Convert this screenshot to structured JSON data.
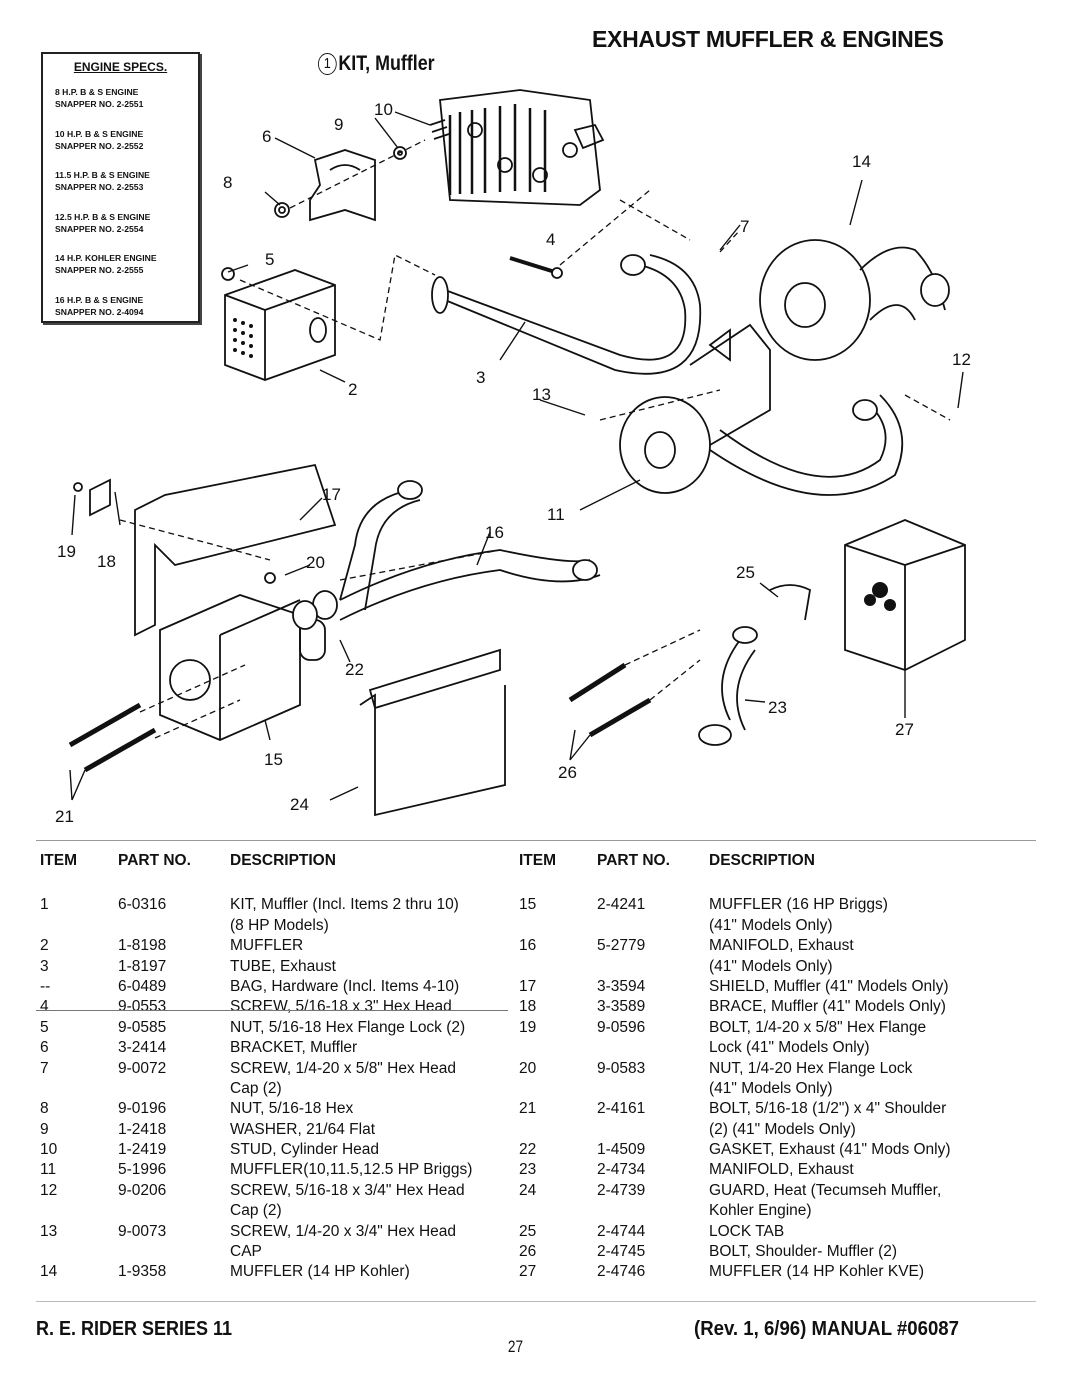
{
  "title": "EXHAUST MUFFLER & ENGINES",
  "kit_label": {
    "number": "1",
    "text": "KIT, Muffler"
  },
  "engine_specs": {
    "title": "ENGINE SPECS.",
    "items": [
      {
        "engine": "8 H.P. B & S ENGINE",
        "snapper": "SNAPPER NO. 2-2551"
      },
      {
        "engine": "10 H.P. B & S ENGINE",
        "snapper": "SNAPPER NO. 2-2552"
      },
      {
        "engine": "11.5 H.P. B & S ENGINE",
        "snapper": "SNAPPER NO. 2-2553"
      },
      {
        "engine": "12.5 H.P. B & S ENGINE",
        "snapper": "SNAPPER NO. 2-2554"
      },
      {
        "engine": "14 H.P. KOHLER ENGINE",
        "snapper": "SNAPPER NO. 2-2555"
      },
      {
        "engine": "16 H.P. B & S ENGINE",
        "snapper": "SNAPPER NO. 2-4094"
      }
    ]
  },
  "callouts": [
    "2",
    "3",
    "4",
    "5",
    "6",
    "7",
    "8",
    "9",
    "10",
    "11",
    "12",
    "13",
    "14",
    "15",
    "16",
    "17",
    "18",
    "19",
    "20",
    "21",
    "22",
    "23",
    "24",
    "25",
    "26",
    "27"
  ],
  "table_headers": {
    "item": "ITEM",
    "part": "PART NO.",
    "desc": "DESCRIPTION"
  },
  "parts_left": [
    {
      "item": "1",
      "part": "6-0316",
      "desc": "KIT, Muffler (Incl. Items 2 thru 10)"
    },
    {
      "item": "",
      "part": "",
      "desc": "(8 HP Models)"
    },
    {
      "item": "2",
      "part": "1-8198",
      "desc": "MUFFLER"
    },
    {
      "item": "3",
      "part": "1-8197",
      "desc": "TUBE, Exhaust"
    },
    {
      "item": "--",
      "part": "6-0489",
      "desc": "BAG, Hardware (Incl. Items 4-10)"
    },
    {
      "item": "4",
      "part": "9-0553",
      "desc": "SCREW, 5/16-18 x 3\" Hex Head"
    },
    {
      "item": "5",
      "part": "9-0585",
      "desc": "NUT, 5/16-18 Hex Flange Lock (2)"
    },
    {
      "item": "6",
      "part": "3-2414",
      "desc": "BRACKET, Muffler"
    },
    {
      "item": "7",
      "part": "9-0072",
      "desc": "SCREW, 1/4-20 x 5/8\" Hex Head"
    },
    {
      "item": "",
      "part": "",
      "desc": "Cap (2)"
    },
    {
      "item": "8",
      "part": "9-0196",
      "desc": "NUT, 5/16-18 Hex"
    },
    {
      "item": "9",
      "part": "1-2418",
      "desc": "WASHER, 21/64 Flat"
    },
    {
      "item": "10",
      "part": "1-2419",
      "desc": "STUD, Cylinder Head"
    },
    {
      "item": "11",
      "part": "5-1996",
      "desc": "MUFFLER(10,11.5,12.5 HP Briggs)"
    },
    {
      "item": "12",
      "part": "9-0206",
      "desc": "SCREW, 5/16-18 x 3/4\" Hex Head"
    },
    {
      "item": "",
      "part": "",
      "desc": "Cap (2)"
    },
    {
      "item": "13",
      "part": "9-0073",
      "desc": "SCREW, 1/4-20 x 3/4\" Hex Head"
    },
    {
      "item": "",
      "part": "",
      "desc": "CAP"
    },
    {
      "item": "14",
      "part": "1-9358",
      "desc": "MUFFLER (14 HP Kohler)"
    }
  ],
  "parts_right": [
    {
      "item": "15",
      "part": "2-4241",
      "desc": "MUFFLER (16 HP Briggs)"
    },
    {
      "item": "",
      "part": "",
      "desc": "(41\" Models Only)"
    },
    {
      "item": "16",
      "part": "5-2779",
      "desc": "MANIFOLD, Exhaust"
    },
    {
      "item": "",
      "part": "",
      "desc": "(41\" Models Only)"
    },
    {
      "item": "17",
      "part": "3-3594",
      "desc": "SHIELD, Muffler (41\" Models Only)"
    },
    {
      "item": "18",
      "part": "3-3589",
      "desc": "BRACE, Muffler (41\" Models Only)"
    },
    {
      "item": "19",
      "part": "9-0596",
      "desc": "BOLT, 1/4-20 x 5/8\" Hex Flange"
    },
    {
      "item": "",
      "part": "",
      "desc": "Lock (41\" Models Only)"
    },
    {
      "item": "20",
      "part": "9-0583",
      "desc": "NUT, 1/4-20 Hex Flange Lock"
    },
    {
      "item": "",
      "part": "",
      "desc": "(41\" Models Only)"
    },
    {
      "item": "21",
      "part": "2-4161",
      "desc": "BOLT, 5/16-18 (1/2\") x 4\" Shoulder"
    },
    {
      "item": "",
      "part": "",
      "desc": "(2) (41\" Models Only)"
    },
    {
      "item": "22",
      "part": "1-4509",
      "desc": "GASKET, Exhaust (41\" Mods Only)"
    },
    {
      "item": "23",
      "part": "2-4734",
      "desc": "MANIFOLD, Exhaust"
    },
    {
      "item": "24",
      "part": "2-4739",
      "desc": "GUARD, Heat (Tecumseh Muffler,"
    },
    {
      "item": "",
      "part": "",
      "desc": "Kohler Engine)"
    },
    {
      "item": "25",
      "part": "2-4744",
      "desc": "LOCK TAB"
    },
    {
      "item": "26",
      "part": "2-4745",
      "desc": "BOLT, Shoulder- Muffler (2)"
    },
    {
      "item": "27",
      "part": "2-4746",
      "desc": "MUFFLER (14 HP Kohler KVE)"
    }
  ],
  "footer": {
    "left": "R. E. RIDER SERIES 11",
    "page": "27",
    "right": "(Rev. 1, 6/96) MANUAL #06087"
  }
}
